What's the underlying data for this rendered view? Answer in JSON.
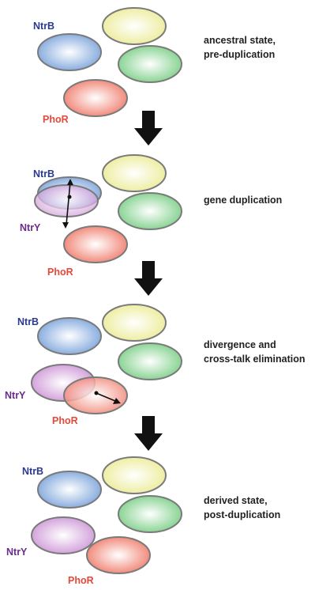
{
  "proteins": {
    "ntrb": {
      "name": "NtrB",
      "color": "#2b3a8f"
    },
    "phor": {
      "name": "PhoR",
      "color": "#e8473a"
    },
    "ntry": {
      "name": "NtrY",
      "color": "#6b2c8c"
    }
  },
  "stages": [
    {
      "line1": "ancestral state,",
      "line2": "pre-duplication"
    },
    {
      "line1": "gene duplication",
      "line2": ""
    },
    {
      "line1": "divergence and",
      "line2": "cross-talk elimination"
    },
    {
      "line1": "derived state,",
      "line2": "post-duplication"
    }
  ]
}
